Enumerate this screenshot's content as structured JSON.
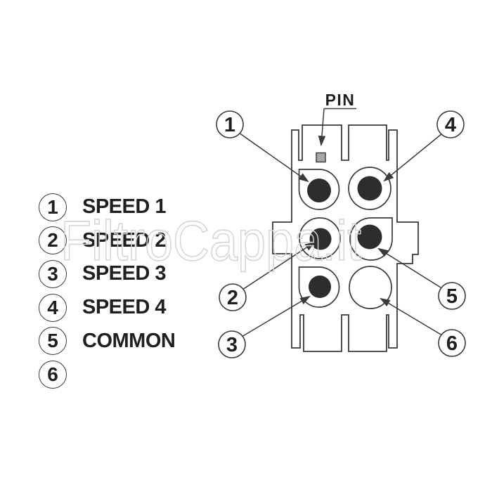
{
  "colors": {
    "line": "#3a3a3a",
    "pin_fill": "#2d2d2d",
    "marker_fill": "#a9a9a9",
    "watermark": "#d4d4d4",
    "background": "#ffffff",
    "text": "#1f1f1f"
  },
  "legend": {
    "items": [
      {
        "number": "1",
        "label": "SPEED 1"
      },
      {
        "number": "2",
        "label": "SPEED 2"
      },
      {
        "number": "3",
        "label": "SPEED 3"
      },
      {
        "number": "4",
        "label": "SPEED 4"
      },
      {
        "number": "5",
        "label": "COMMON"
      },
      {
        "number": "6",
        "label": ""
      }
    ]
  },
  "diagram": {
    "pin_label": "PIN",
    "callouts": [
      {
        "number": "1",
        "target": "top-left pin"
      },
      {
        "number": "4",
        "target": "top-right pin"
      },
      {
        "number": "2",
        "target": "middle-left pin"
      },
      {
        "number": "5",
        "target": "middle-right pin"
      },
      {
        "number": "3",
        "target": "bottom-left pin"
      },
      {
        "number": "6",
        "target": "bottom-right empty socket"
      }
    ]
  },
  "watermark": {
    "text": "FiltroCappa.it"
  }
}
